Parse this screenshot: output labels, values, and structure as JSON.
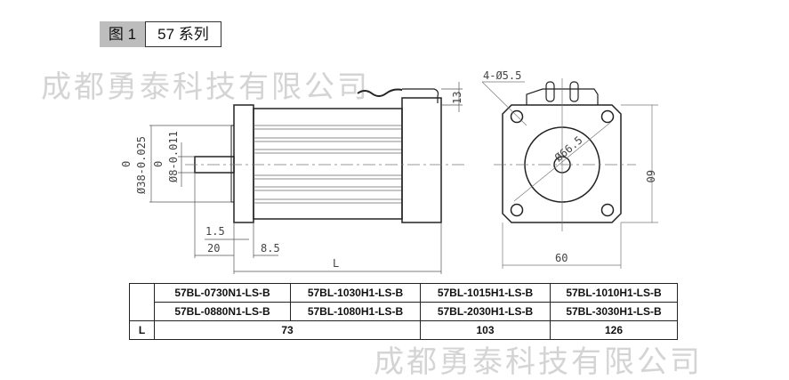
{
  "figure": {
    "label": "图 1",
    "title": "57 系列"
  },
  "watermark": "成都勇泰科技有限公司",
  "dimensions": {
    "shaft_tol": "Ø8-0.011",
    "shaft_tol_top": "0",
    "flange_tol": "Ø38-0.025",
    "flange_tol_top": "0",
    "d1_5": "1.5",
    "d20": "20",
    "d8_5": "8.5",
    "L": "L",
    "d13": "13",
    "holes": "4-Ø5.5",
    "pcd": "Ø66.5",
    "h60": "60",
    "w60": "60"
  },
  "table": {
    "row_header": "L",
    "models_row1": [
      "57BL-0730N1-LS-B",
      "57BL-1030H1-LS-B",
      "57BL-1015H1-LS-B",
      "57BL-1010H1-LS-B"
    ],
    "models_row2": [
      "57BL-0880N1-LS-B",
      "57BL-1080H1-LS-B",
      "57BL-2030H1-LS-B",
      "57BL-3030H1-LS-B"
    ],
    "lengths": [
      "73",
      "103",
      "126"
    ]
  }
}
